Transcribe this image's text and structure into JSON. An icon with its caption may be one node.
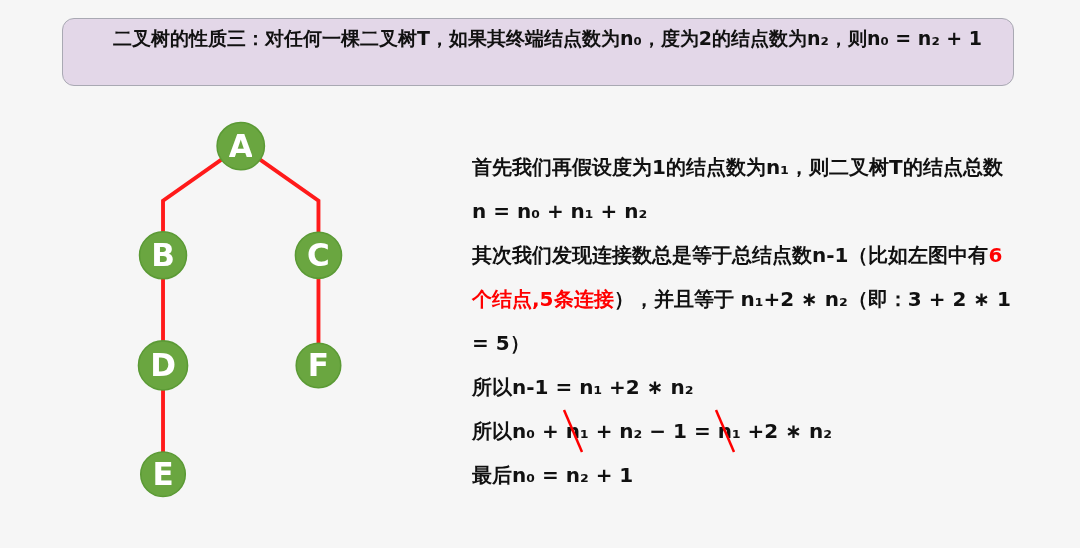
{
  "diagram": {
    "title": "二叉树的性质三：对任何一棵二叉树T，如果其终端结点数为n₀，度为2的结点数为n₂，则n₀ = n₂ + 1",
    "nodes": [
      {
        "text": [
          "A"
        ]
      },
      {
        "text": [
          "B"
        ]
      },
      {
        "text": [
          "C"
        ]
      },
      {
        "text": [
          "D"
        ]
      },
      {
        "text": [
          "F"
        ]
      },
      {
        "text": [
          "E"
        ]
      }
    ],
    "edges": [
      {
        "from": 0,
        "to": 1,
        "arrow": "none"
      },
      {
        "from": 0,
        "to": 2,
        "arrow": "none"
      },
      {
        "from": 1,
        "to": 3,
        "arrow": "none"
      },
      {
        "from": 2,
        "to": 4,
        "arrow": "none"
      },
      {
        "from": 3,
        "to": 5,
        "arrow": "none"
      }
    ],
    "labels": [
      "首先我们再假设度为1的结点数为n₁，则二叉树T的结点总数n = n₀ + n₁ + n₂",
      "其次我们发现连接数总是等于总结点数n-1（比如左图中有",
      "6个结点,5条连接",
      "），并且等于 n₁+2 ∗ n₂（即：3 + 2 ∗ 1 = 5）",
      "所以n-1 = n₁ +2 ∗ n₂",
      "所以n₀ + n₁ + n₂ − 1 = n₁ +2 ∗ n₂",
      "最后n₀ = n₂ + 1"
    ]
  }
}
